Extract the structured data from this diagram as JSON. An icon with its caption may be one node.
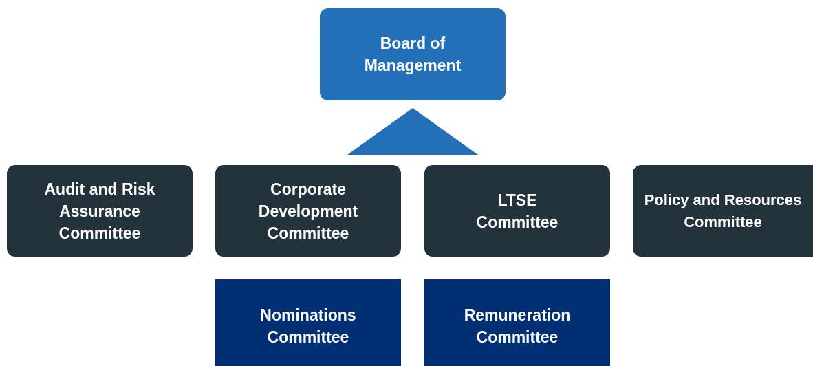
{
  "diagram": {
    "nodes": [
      {
        "text": [
          "Board of Management"
        ]
      },
      {
        "text": [],
        "shape": "triangle"
      },
      {
        "text": [
          "Audit and Risk Assurance Committee"
        ]
      },
      {
        "text": [
          "Corporate Development Committee"
        ]
      },
      {
        "text": [
          "LTSE Committee"
        ]
      },
      {
        "text": [
          "Policy and Resources Committee"
        ]
      },
      {
        "text": [
          "Nominations Committee"
        ]
      },
      {
        "text": [
          "Remuneration Committee"
        ]
      }
    ]
  }
}
